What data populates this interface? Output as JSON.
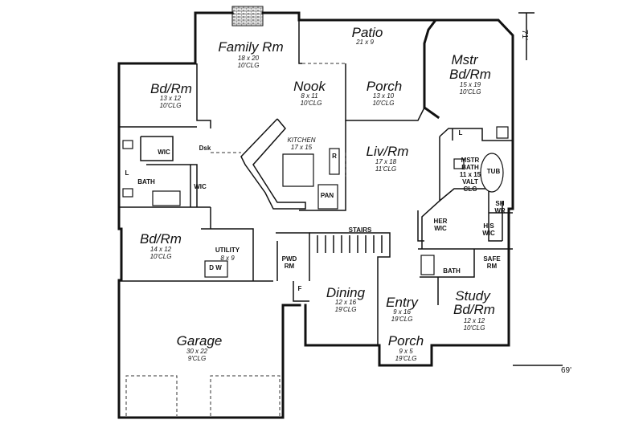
{
  "rooms": [
    {
      "id": "family",
      "name": "Family Rm",
      "size": "18 x 20",
      "clg": "10'CLG"
    },
    {
      "id": "patio",
      "name": "Patio",
      "size": "21 x 9",
      "clg": ""
    },
    {
      "id": "mstr",
      "name": "Mstr\nBd/Rm",
      "size": "15 x 19",
      "clg": "10'CLG"
    },
    {
      "id": "bd1",
      "name": "Bd/Rm",
      "size": "13 x 12",
      "clg": "10'CLG"
    },
    {
      "id": "nook",
      "name": "Nook",
      "size": "8 x 11",
      "clg": "10'CLG"
    },
    {
      "id": "porch_rear",
      "name": "Porch",
      "size": "13 x 10",
      "clg": "10'CLG"
    },
    {
      "id": "kitchen",
      "name": "KITCHEN",
      "size": "17 x 15",
      "clg": ""
    },
    {
      "id": "liv",
      "name": "Liv/Rm",
      "size": "17 x 18",
      "clg": "11'CLG"
    },
    {
      "id": "bd2",
      "name": "Bd/Rm",
      "size": "14 x 12",
      "clg": "10'CLG"
    },
    {
      "id": "utility",
      "name": "UTILITY",
      "size": "8 x 9",
      "clg": ""
    },
    {
      "id": "dining",
      "name": "Dining",
      "size": "12 x 16",
      "clg": "19'CLG"
    },
    {
      "id": "entry",
      "name": "Entry",
      "size": "9 x 16",
      "clg": "19'CLG"
    },
    {
      "id": "study",
      "name": "Study\nBd/Rm",
      "size": "12 x 12",
      "clg": "10'CLG"
    },
    {
      "id": "garage",
      "name": "Garage",
      "size": "30 x 22",
      "clg": "9'CLG"
    },
    {
      "id": "porch_front",
      "name": "Porch",
      "size": "9 x 5",
      "clg": "19'CLG"
    }
  ],
  "small_labels": {
    "wic1": "WIC",
    "dsk": "Dsk",
    "bath1": "BATH",
    "wic2": "WIC",
    "l1": "L",
    "r": "R",
    "pan": "PAN",
    "mstr_bath": "MSTR\nBATH\n11 x 15\nVALT\nCLG",
    "tub": "TUB",
    "l2": "L",
    "her_wic": "HER\nWIC",
    "sh_wr": "SH\nWR",
    "his_wic": "HIS\nWIC",
    "stairs": "STAIRS",
    "pwd_rm": "PWD\nRM",
    "f": "F",
    "bath2": "BATH",
    "safe_rm": "SAFE\nRM",
    "dw": "D  W"
  },
  "dimensions": {
    "depth": "71'",
    "width": "69'"
  }
}
